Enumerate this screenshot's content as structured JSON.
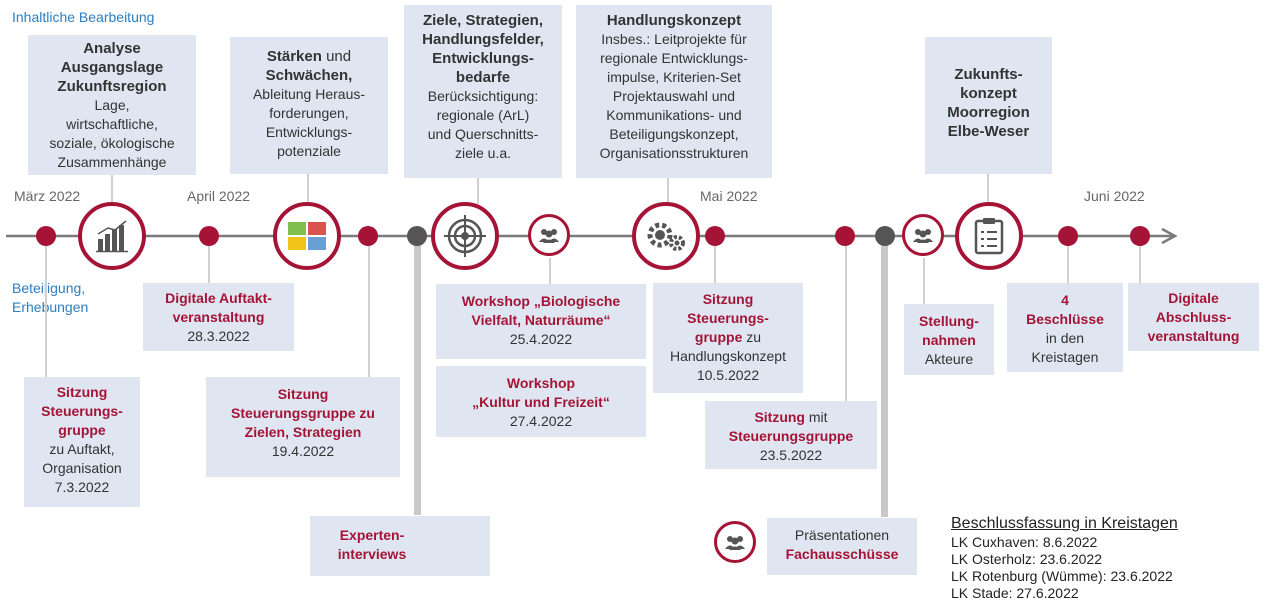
{
  "labels": {
    "inhaltlich": "Inhaltliche Bearbeitung",
    "beteiligung_1": "Beteiligung,",
    "beteiligung_2": "Erhebungen"
  },
  "months": [
    "März 2022",
    "April 2022",
    "Mai 2022",
    "Juni 2022"
  ],
  "top_boxes": {
    "analyse": {
      "title": [
        "Analyse",
        "Ausgangslage",
        "Zukunftsregion"
      ],
      "text": [
        "Lage,",
        "wirtschaftliche,",
        "soziale, ökologische",
        "Zusammenhänge"
      ]
    },
    "staerken": {
      "b1": "Stärken",
      "t1": " und",
      "b2": "Schwächen,",
      "text": [
        "Ableitung Heraus-",
        "forderungen,",
        "Entwicklungs-",
        "potenziale"
      ]
    },
    "ziele": {
      "title": [
        "Ziele, Strategien,",
        "Handlungsfelder,",
        "Entwicklungs-",
        "bedarfe"
      ],
      "text": [
        "Berücksichtigung:",
        "regionale (ArL)",
        "und Querschnitts-",
        "ziele u.a."
      ]
    },
    "handlung": {
      "title": "Handlungskonzept",
      "text": [
        "Insbes.: Leitprojekte für",
        "regionale Entwicklungs-",
        "impulse, Kriterien-Set",
        "Projektauswahl und",
        "Kommunikations- und",
        "Beteiligungskonzept,",
        "Organisationsstrukturen"
      ]
    },
    "zukunft": {
      "title": [
        "Zukunfts-",
        "konzept",
        "Moorregion",
        "Elbe-Weser"
      ]
    }
  },
  "bottom_boxes": {
    "sitzung1": {
      "red": [
        "Sitzung",
        "Steuerungs-",
        "gruppe"
      ],
      "text": [
        "zu Auftakt,",
        "Organisation",
        "7.3.2022"
      ]
    },
    "auftakt": {
      "red": [
        "Digitale Auftakt-",
        "veranstaltung"
      ],
      "text": [
        "28.3.2022"
      ]
    },
    "sitzung2": {
      "red": [
        "Sitzung",
        "Steuerungsgruppe zu",
        "Zielen, Strategien"
      ],
      "text": [
        "19.4.2022"
      ]
    },
    "experten": {
      "red": [
        "Experten-",
        "interviews"
      ]
    },
    "workshop1": {
      "red": [
        "Workshop „Biologische",
        "Vielfalt, Naturräume“"
      ],
      "text": [
        "25.4.2022"
      ]
    },
    "workshop2": {
      "red": [
        "Workshop",
        "„Kultur und Freizeit“"
      ],
      "text": [
        "27.4.2022"
      ]
    },
    "sitzung3": {
      "red": [
        "Sitzung",
        "Steuerungs-"
      ],
      "red3": "gruppe",
      "t3": " zu",
      "text": [
        "Handlungskonzept",
        "10.5.2022"
      ]
    },
    "sitzung4": {
      "red1": "Sitzung",
      "t1": " mit",
      "red2": "Steuerungsgruppe",
      "text": [
        "23.5.2022"
      ]
    },
    "praesentation": {
      "text": "Präsentationen",
      "red": "Fachausschüsse"
    },
    "stellung": {
      "red": [
        "Stellung-",
        "nahmen"
      ],
      "text": [
        "Akteure"
      ]
    },
    "beschluesse": {
      "red": [
        "4",
        "Beschlüsse"
      ],
      "text": [
        "in den",
        "Kreistagen"
      ]
    },
    "abschluss": {
      "red": [
        "Digitale",
        "Abschluss-",
        "veranstaltung"
      ]
    }
  },
  "decision": {
    "title": "Beschlussfassung in Kreistagen",
    "lines": [
      "LK Cuxhaven:  8.6.2022",
      "LK Osterholz: 23.6.2022",
      "LK Rotenburg (Wümme): 23.6.2022",
      "LK Stade: 27.6.2022"
    ]
  },
  "colors": {
    "accent": "#a51437",
    "box": "#dfe6f1",
    "blue_label": "#2e7dbf",
    "connector": "#d0d0d0"
  },
  "icons": [
    "bar-chart-icon",
    "swot-icon",
    "target-icon",
    "group-icon",
    "gears-icon",
    "clipboard-icon"
  ]
}
